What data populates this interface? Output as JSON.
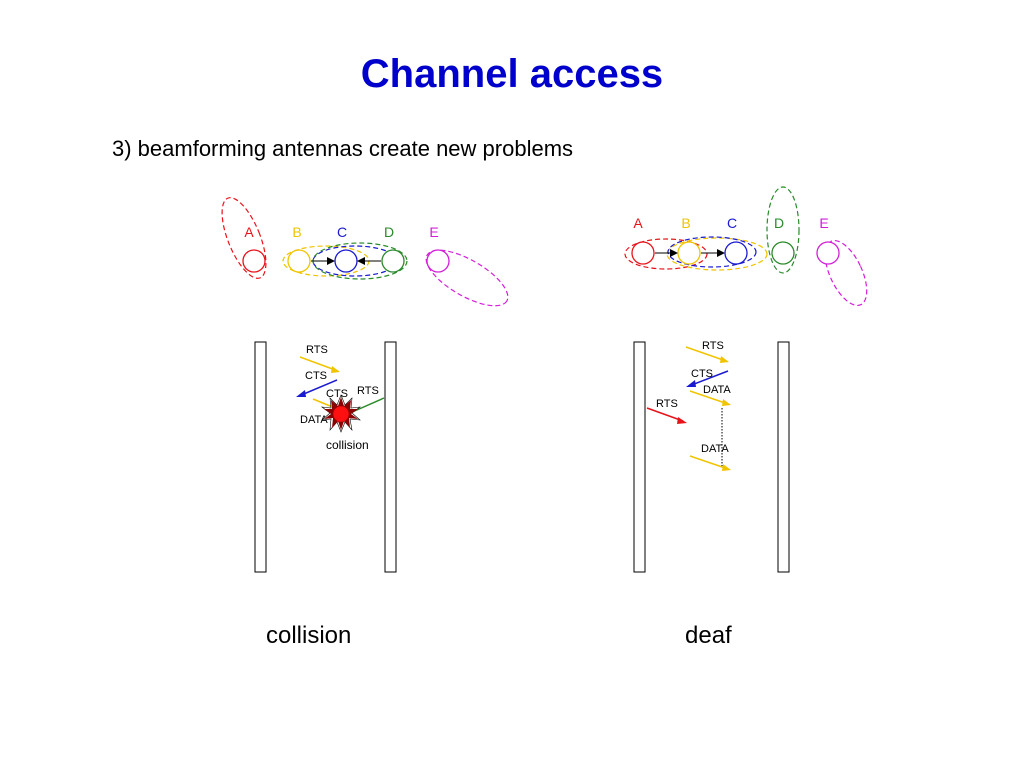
{
  "title": "Channel access",
  "subtitle": "3) beamforming antennas create new problems",
  "colors": {
    "title": "#0000cc",
    "A": "#e8131a",
    "B": "#f0c400",
    "C": "#1a1ad0",
    "D": "#2a8a2a",
    "E": "#d31ed8",
    "bar": "#000000"
  },
  "left_panel": {
    "nodes": [
      "A",
      "B",
      "C",
      "D",
      "E"
    ],
    "messages": {
      "rts1": "RTS",
      "cts1": "CTS",
      "cts2": "CTS",
      "rts2": "RTS",
      "data": "DATA",
      "collision": "collision"
    },
    "caption": "collision"
  },
  "right_panel": {
    "nodes": [
      "A",
      "B",
      "C",
      "D",
      "E"
    ],
    "messages": {
      "rts1": "RTS",
      "cts": "CTS",
      "data1": "DATA",
      "rts2": "RTS",
      "data2": "DATA"
    },
    "caption": "deaf"
  }
}
